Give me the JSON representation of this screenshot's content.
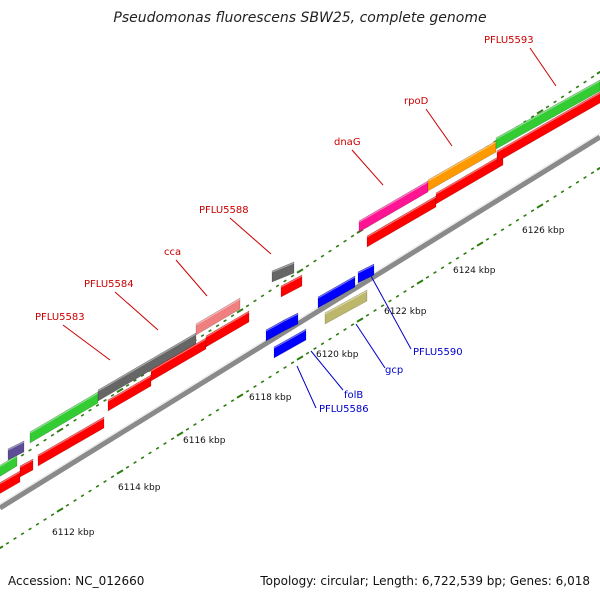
{
  "title": "Pseudomonas fluorescens SBW25, complete genome",
  "footer": {
    "accession": "Accession: NC_012660",
    "summary": "Topology: circular; Length: 6,722,539 bp; Genes: 6,018"
  },
  "scale_labels": [
    "6112 kbp",
    "6114 kbp",
    "6116 kbp",
    "6118 kbp",
    "6120 kbp",
    "6122 kbp",
    "6124 kbp",
    "6126 kbp"
  ],
  "gene_labels_outer": [
    "PFLU5583",
    "PFLU5584",
    "cca",
    "PFLU5588",
    "dnaG",
    "rpoD",
    "PFLU5593"
  ],
  "gene_labels_inner": [
    "folB",
    "PFLU5586",
    "gcp",
    "PFLU5590"
  ],
  "colors": {
    "label_outer": "#cc0000",
    "label_inner": "#0000cc",
    "tick": "#2e7d12",
    "backbone": "#8a8a8a",
    "cds_red": "#ff0000",
    "gene_green": "#33cc33",
    "gene_gray": "#666666",
    "gene_pink": "#f08080",
    "gene_magenta": "#ff1493",
    "gene_orange": "#ff9900",
    "gene_blue": "#0000ff",
    "gene_khaki": "#bdb76b",
    "gene_purple": "#5c4d96"
  }
}
